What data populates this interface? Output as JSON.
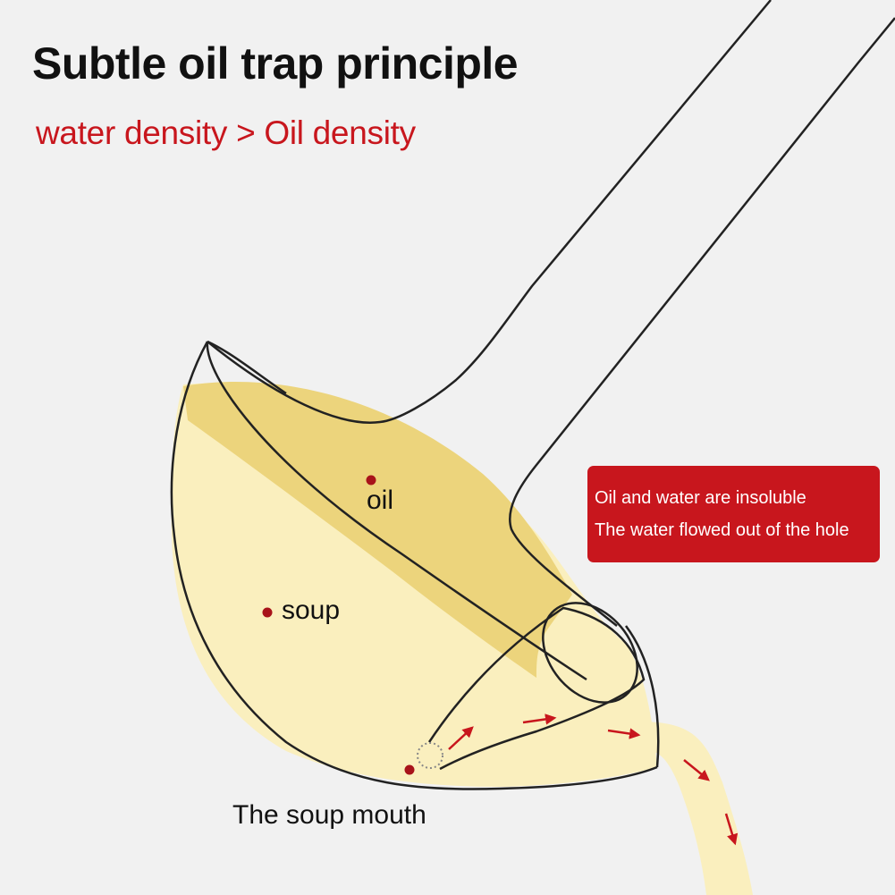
{
  "title": "Subtle oil trap principle",
  "subtitle": "water density > Oil density",
  "labels": {
    "oil": "oil",
    "soup": "soup",
    "soup_mouth": "The soup mouth"
  },
  "info_box": {
    "line1": "Oil and water are insoluble",
    "line2": "The water flowed out of the hole"
  },
  "colors": {
    "background": "#f1f1f1",
    "soup": "#faefbe",
    "oil": "#ecd47c",
    "accent_red": "#c8161d",
    "outline": "#222222"
  }
}
